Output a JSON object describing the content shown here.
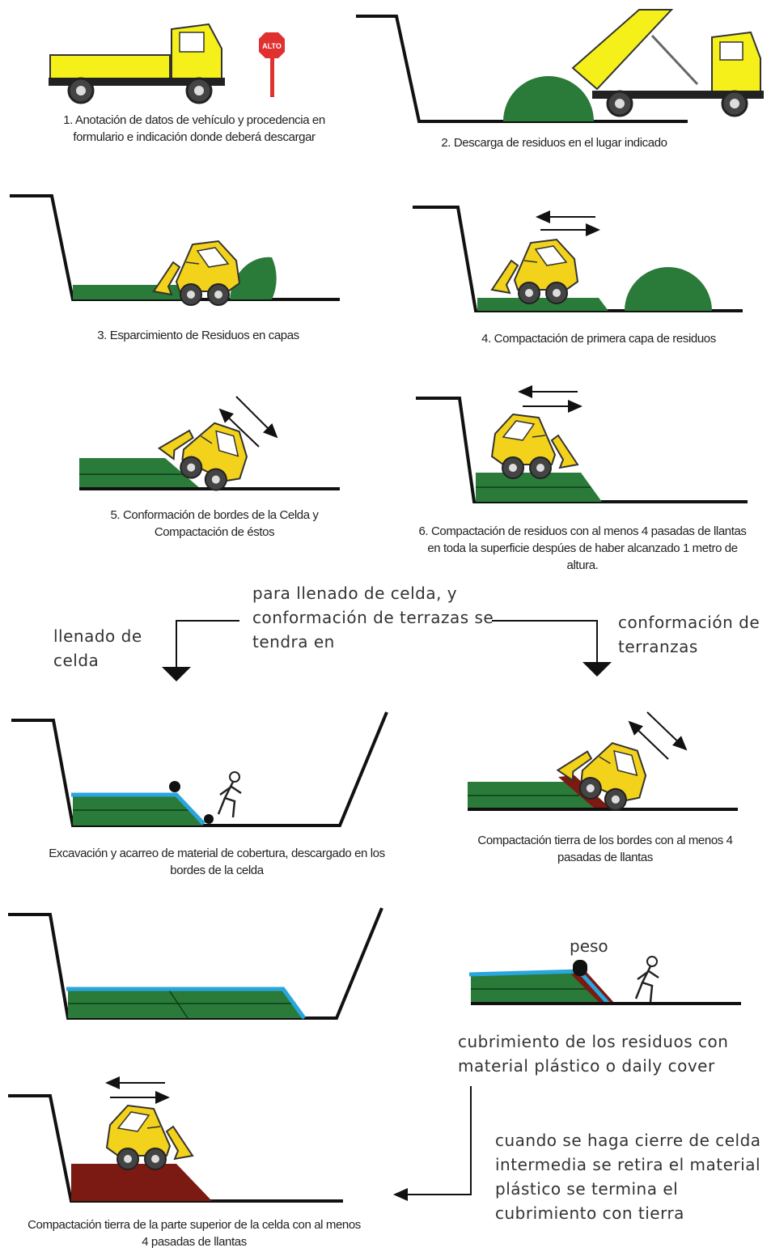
{
  "steps": {
    "s1": "1. Anotación de datos de vehículo y procedencia en formulario e indicación donde deberá descargar",
    "s2": "2. Descarga de residuos en el lugar indicado",
    "s3": "3. Esparcimiento de Residuos en capas",
    "s4": "4. Compactación de primera capa de residuos",
    "s5": "5. Conformación de bordes de la Celda y Compactación de éstos",
    "s6": "6. Compactación de residuos con al menos 4 pasadas de llantas en toda la superficie despúes de haber alcanzado 1 metro de altura.",
    "excavacion": "Excavación y acarreo de material de cobertura, descargado en los bordes de la celda",
    "compactacion_bordes": "Compactación tierra de los bordes con al menos 4 pasadas de llantas",
    "compactacion_superior": "Compactación tierra de la parte superior de la celda con al menos 4 pasadas de llantas"
  },
  "notes": {
    "branch_intro": "para llenado de celda, y conformación de terrazas se tendra en",
    "left_branch": "llenado de celda",
    "right_branch": "conformación de terranzas",
    "cover": "cubrimiento de los residuos con material plástico o daily cover",
    "closure": "cuando se haga cierre de celda intermedia se retira el material plástico se termina el cubrimiento con tierra",
    "peso": "peso"
  },
  "signs": {
    "stop": "ALTO"
  },
  "colors": {
    "waste": "#2a7a3a",
    "cover": "#29a6dd",
    "soil": "#7a1a12",
    "machine": "#f2d21a",
    "truck": "#f5f01a"
  }
}
